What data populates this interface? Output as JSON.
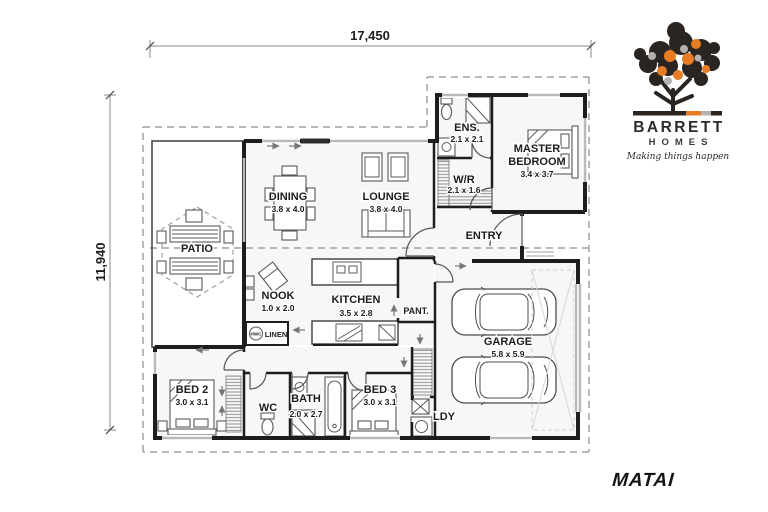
{
  "meta": {
    "plan_name": "MATAI"
  },
  "logo": {
    "brand": "BARRETT",
    "brand_sub": "HOMES",
    "tagline": "Making things happen"
  },
  "dimensions": {
    "overall_width": "17,450",
    "overall_height": "11,940"
  },
  "rooms": {
    "patio": {
      "name": "PATIO"
    },
    "dining": {
      "name": "DINING",
      "size": "3.8 x 4.0"
    },
    "lounge": {
      "name": "LOUNGE",
      "size": "3.8 x 4.0"
    },
    "ensuite": {
      "name": "ENS.",
      "size": "2.1 x 2.1"
    },
    "master": {
      "name_line1": "MASTER",
      "name_line2": "BEDROOM",
      "size": "3.4 x 3.7"
    },
    "wardrobe": {
      "name": "W/R",
      "size": "2.1 x 1.6"
    },
    "entry": {
      "name": "ENTRY"
    },
    "nook": {
      "name": "NOOK",
      "size": "1.0 x 2.0"
    },
    "kitchen": {
      "name": "KITCHEN",
      "size": "3.5 x 2.8"
    },
    "pantry": {
      "name": "PANT."
    },
    "hwc": {
      "name": "HWC"
    },
    "linen": {
      "name": "LINEN"
    },
    "garage": {
      "name": "GARAGE",
      "size": "5.8 x 5.9"
    },
    "bed2": {
      "name": "BED 2",
      "size": "3.0 x 3.1"
    },
    "wc": {
      "name": "WC"
    },
    "bath": {
      "name": "BATH",
      "size": "2.0 x 2.7"
    },
    "bed3": {
      "name": "BED 3",
      "size": "3.0 x 3.1"
    },
    "laundry": {
      "name": "LDY"
    }
  },
  "colors": {
    "wall": "#1d1d1b",
    "window": "#b9b9b9",
    "roofline": "#9f9f9f",
    "logo_orange": "#e87c25",
    "logo_gray": "#b2b2b2",
    "logo_dark": "#2b2522"
  }
}
